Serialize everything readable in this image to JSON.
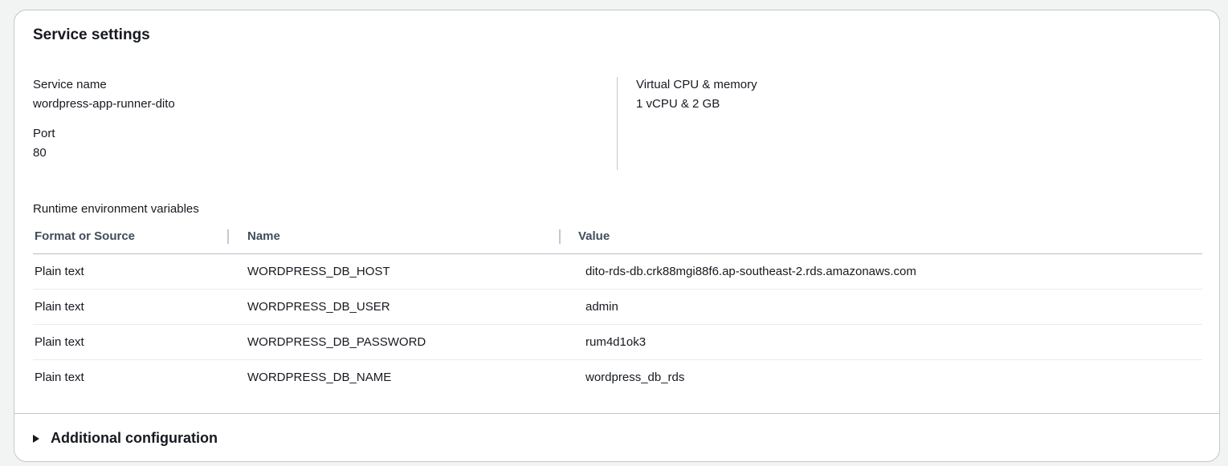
{
  "card": {
    "title": "Service settings"
  },
  "details": {
    "service_name_label": "Service name",
    "service_name_value": "wordpress-app-runner-dito",
    "port_label": "Port",
    "port_value": "80",
    "vcpu_label": "Virtual CPU & memory",
    "vcpu_value": "1 vCPU & 2 GB"
  },
  "env": {
    "label": "Runtime environment variables",
    "columns": [
      "Format or Source",
      "Name",
      "Value"
    ],
    "rows": [
      {
        "source": "Plain text",
        "name": "WORDPRESS_DB_HOST",
        "value": "dito-rds-db.crk88mgi88f6.ap-southeast-2.rds.amazonaws.com"
      },
      {
        "source": "Plain text",
        "name": "WORDPRESS_DB_USER",
        "value": "admin"
      },
      {
        "source": "Plain text",
        "name": "WORDPRESS_DB_PASSWORD",
        "value": "rum4d1ok3"
      },
      {
        "source": "Plain text",
        "name": "WORDPRESS_DB_NAME",
        "value": "wordpress_db_rds"
      }
    ]
  },
  "footer": {
    "expander_label": "Additional configuration",
    "expander_icon": "caret-right-icon"
  }
}
